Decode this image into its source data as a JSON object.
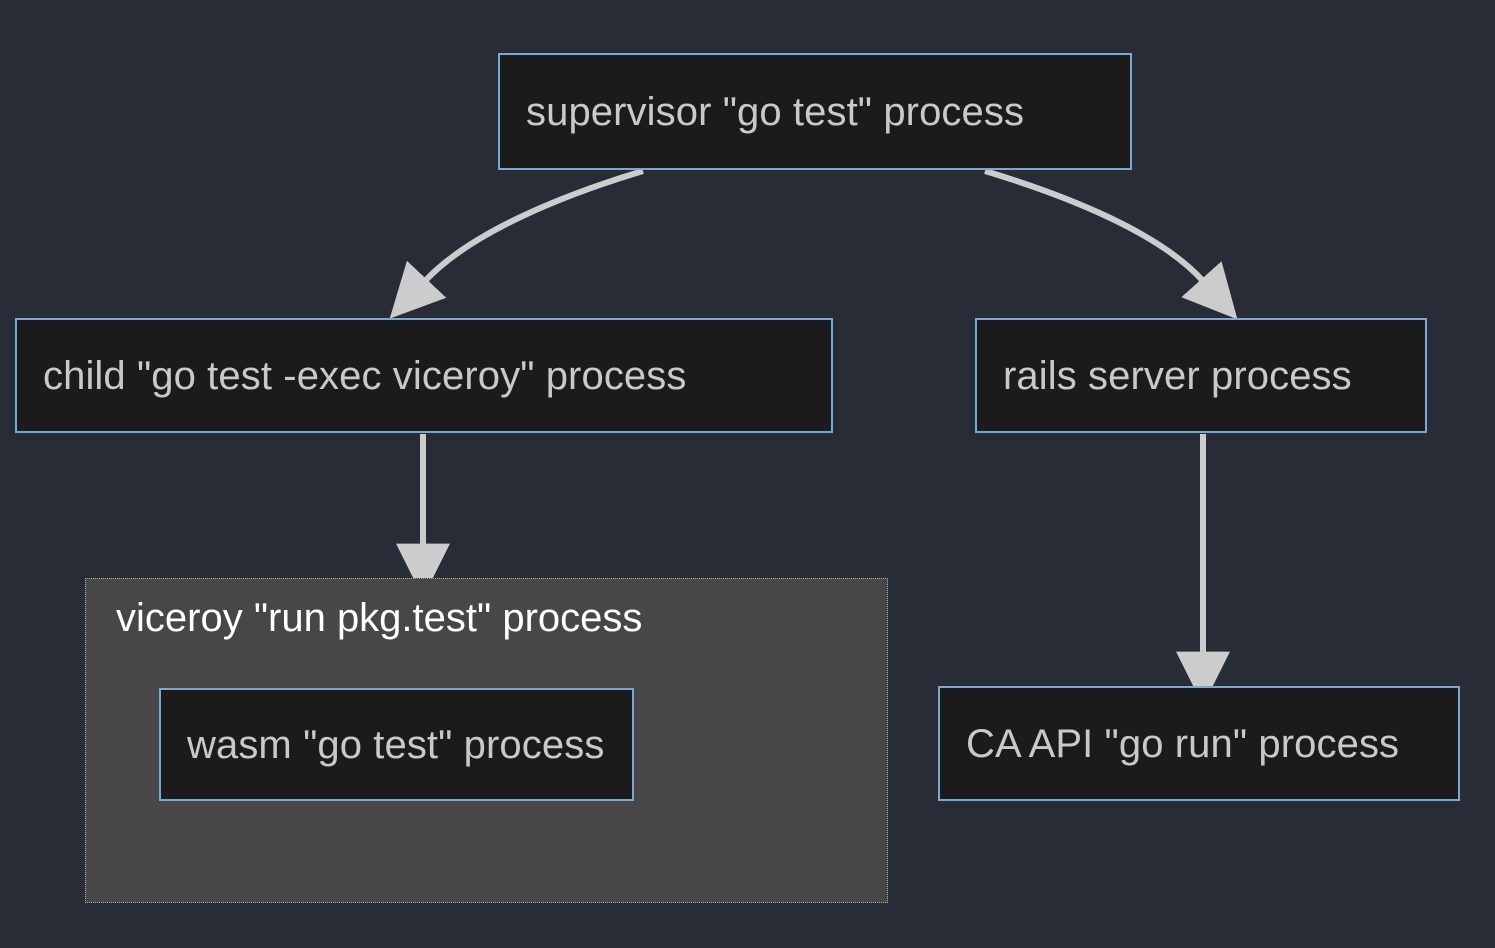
{
  "diagram": {
    "type": "process-tree",
    "background_color": "#282c37",
    "node_fill_color": "#1b1b1b",
    "node_border_color": "#7ba7d7",
    "node_text_color": "#c9c9c9",
    "cluster_fill_color": "#474747",
    "cluster_border_color": "#a8a8a8",
    "cluster_text_color": "#ffffff",
    "edge_color": "#cccccc",
    "nodes": [
      {
        "id": "supervisor",
        "label": "supervisor \"go test\" process"
      },
      {
        "id": "child",
        "label": "child \"go test -exec viceroy\" process"
      },
      {
        "id": "rails",
        "label": "rails server process"
      },
      {
        "id": "viceroy",
        "label": "viceroy \"run pkg.test\" process"
      },
      {
        "id": "wasm",
        "label": "wasm \"go test\" process"
      },
      {
        "id": "caapi",
        "label": "CA API \"go run\" process"
      }
    ],
    "edges": [
      {
        "id": "supervisor-to-child",
        "from": "supervisor",
        "to": "child",
        "style": "curved",
        "arrowhead": "triangle"
      },
      {
        "id": "supervisor-to-rails",
        "from": "supervisor",
        "to": "rails",
        "style": "curved",
        "arrowhead": "triangle"
      },
      {
        "id": "child-to-viceroy",
        "from": "child",
        "to": "viceroy",
        "style": "straight",
        "arrowhead": "triangle"
      },
      {
        "id": "rails-to-caapi",
        "from": "rails",
        "to": "caapi",
        "style": "straight",
        "arrowhead": "triangle"
      }
    ]
  }
}
